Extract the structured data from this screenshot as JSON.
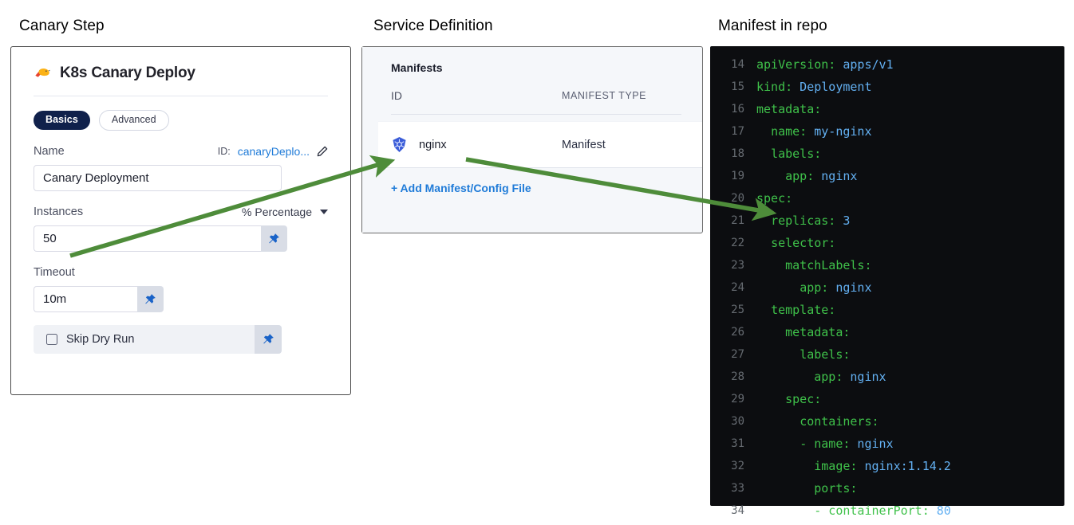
{
  "captions": {
    "canary": "Canary Step",
    "service": "Service Definition",
    "manifest": "Manifest in repo"
  },
  "colors": {
    "accent_blue": "#1f7bd8",
    "pill_dark": "#10214b",
    "arrow_green": "#4e8c3a",
    "code_bg": "#0c0d10",
    "code_key_green": "#3fc14a",
    "code_value_blue": "#63b0f2",
    "k8s_blue": "#3a5cd8"
  },
  "canary_step": {
    "icon": "harness-bird-icon",
    "title": "K8s Canary Deploy",
    "tabs": [
      {
        "label": "Basics",
        "selected": true
      },
      {
        "label": "Advanced",
        "selected": false
      }
    ],
    "name_field": {
      "label": "Name",
      "id_prefix": "ID:",
      "id_value": "canaryDeplo...",
      "edit_icon": "pencil-icon",
      "value": "Canary Deployment"
    },
    "instances_field": {
      "label": "Instances",
      "unit_label": "% Percentage",
      "unit_caret": "chevron-down-icon",
      "value": "50",
      "pin_icon": "pin-icon"
    },
    "timeout_field": {
      "label": "Timeout",
      "value": "10m",
      "pin_icon": "pin-icon"
    },
    "skip_dry_run": {
      "label": "Skip Dry Run",
      "checked": false,
      "pin_icon": "pin-icon"
    }
  },
  "service_definition": {
    "section_title": "Manifests",
    "columns": [
      "ID",
      "MANIFEST TYPE"
    ],
    "rows": [
      {
        "icon": "kubernetes-icon",
        "id": "nginx",
        "type": "Manifest"
      }
    ],
    "add_link": "+ Add Manifest/Config File"
  },
  "code_panel": {
    "lines": [
      {
        "n": "14",
        "indent": 0,
        "key": "apiVersion:",
        "value": " apps/v1"
      },
      {
        "n": "15",
        "indent": 0,
        "key": "kind:",
        "value": " Deployment"
      },
      {
        "n": "16",
        "indent": 0,
        "key": "metadata:",
        "value": ""
      },
      {
        "n": "17",
        "indent": 1,
        "key": "name:",
        "value": " my-nginx"
      },
      {
        "n": "18",
        "indent": 1,
        "key": "labels:",
        "value": ""
      },
      {
        "n": "19",
        "indent": 2,
        "key": "app:",
        "value": " nginx"
      },
      {
        "n": "20",
        "indent": 0,
        "key": "spec:",
        "value": ""
      },
      {
        "n": "21",
        "indent": 1,
        "key": "replicas:",
        "value": " 3"
      },
      {
        "n": "22",
        "indent": 1,
        "key": "selector:",
        "value": ""
      },
      {
        "n": "23",
        "indent": 2,
        "key": "matchLabels:",
        "value": ""
      },
      {
        "n": "24",
        "indent": 3,
        "key": "app:",
        "value": " nginx"
      },
      {
        "n": "25",
        "indent": 1,
        "key": "template:",
        "value": ""
      },
      {
        "n": "26",
        "indent": 2,
        "key": "metadata:",
        "value": ""
      },
      {
        "n": "27",
        "indent": 3,
        "key": "labels:",
        "value": ""
      },
      {
        "n": "28",
        "indent": 4,
        "key": "app:",
        "value": " nginx"
      },
      {
        "n": "29",
        "indent": 2,
        "key": "spec:",
        "value": ""
      },
      {
        "n": "30",
        "indent": 3,
        "key": "containers:",
        "value": ""
      },
      {
        "n": "31",
        "indent": 3,
        "key": "- name:",
        "value": " nginx"
      },
      {
        "n": "32",
        "indent": 4,
        "key": "image:",
        "value": " nginx:1.14.2"
      },
      {
        "n": "33",
        "indent": 4,
        "key": "ports:",
        "value": ""
      },
      {
        "n": "34",
        "indent": 4,
        "key": "- containerPort:",
        "value": " 80"
      }
    ]
  },
  "annotations": {
    "arrow_1": "instances-to-manifest-arrow",
    "arrow_2": "manifest-to-replicas-arrow"
  }
}
